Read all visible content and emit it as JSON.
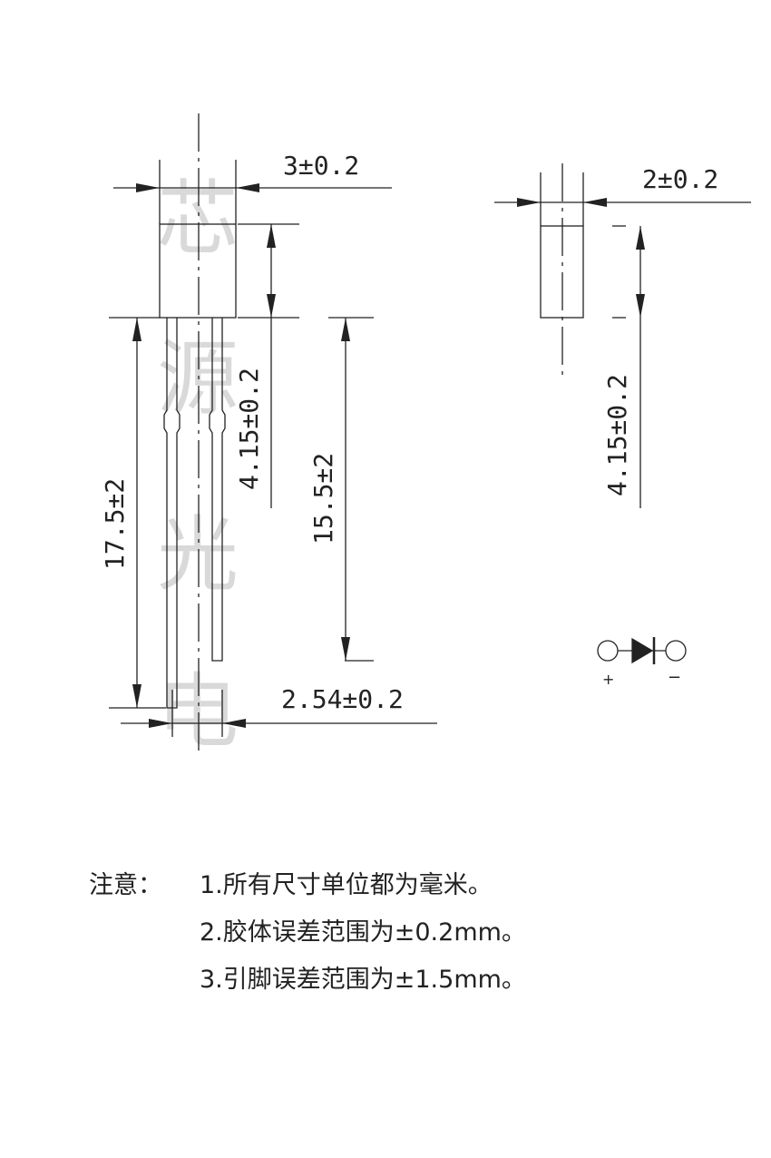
{
  "watermark": [
    "芯",
    "源",
    "光",
    "电"
  ],
  "front_view": {
    "body_width": "3±0.2",
    "body_height": "4.15±0.2",
    "lead_length_long": "17.5±2",
    "lead_length_short": "15.5±2",
    "lead_pitch": "2.54±0.2"
  },
  "side_view": {
    "body_thickness": "2±0.2",
    "body_height": "4.15±0.2"
  },
  "symbol": {
    "anode": "+",
    "cathode": "−"
  },
  "notes": {
    "heading": "注意：",
    "items": [
      "1.所有尺寸单位都为毫米。",
      "2.胶体误差范围为±0.2mm。",
      "3.引脚误差范围为±1.5mm。"
    ]
  },
  "colors": {
    "line": "#222222",
    "watermark": "#d9d9d9"
  }
}
